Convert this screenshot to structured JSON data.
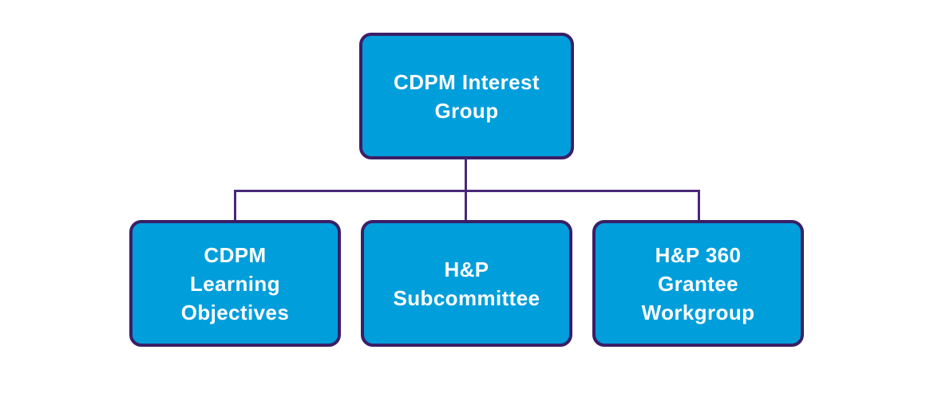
{
  "diagram": {
    "type": "org-chart",
    "root": {
      "id": "cdpm-interest-group",
      "label": "CDPM Interest\nGroup"
    },
    "children": [
      {
        "id": "cdpm-learning-objectives",
        "label": "CDPM\nLearning\nObjectives"
      },
      {
        "id": "hp-subcommittee",
        "label": "H&P\nSubcommittee"
      },
      {
        "id": "hp-360-grantee-workgroup",
        "label": "H&P 360\nGrantee\nWorkgroup"
      }
    ]
  },
  "colors": {
    "box_fill": "#009EDB",
    "box_border": "#3A1F67",
    "connector": "#4A2878",
    "text": "#FFFFFF",
    "background": "#FFFFFF"
  }
}
